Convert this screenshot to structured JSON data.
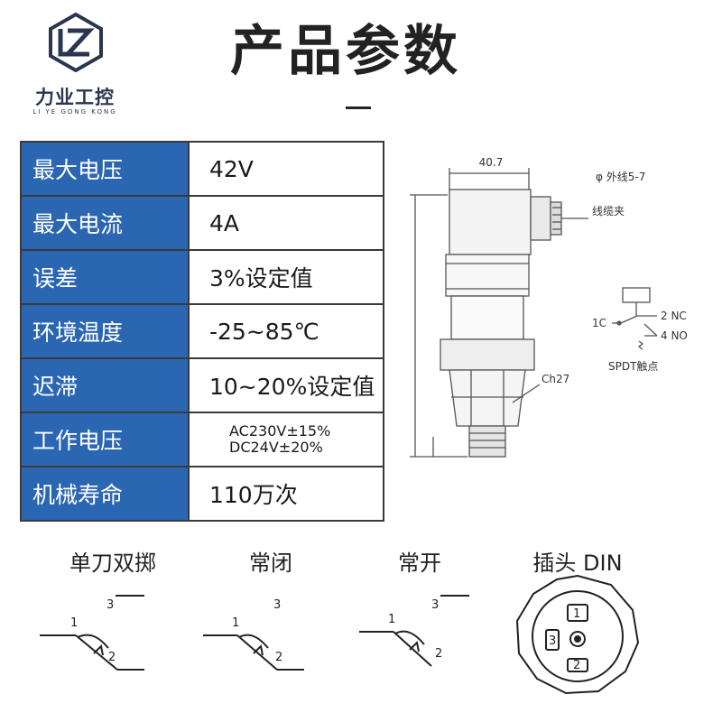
{
  "brand": {
    "name_cn": "力业工控",
    "name_en": "LI YE GONG KONG",
    "color": "#2a3550"
  },
  "title": "产品参数",
  "specs": [
    {
      "key": "最大电压",
      "value": "42V"
    },
    {
      "key": "最大电流",
      "value": "4A"
    },
    {
      "key": "误差",
      "value": "3%设定值"
    },
    {
      "key": "环境温度",
      "value": "-25~85℃"
    },
    {
      "key": "迟滞",
      "value": "10~20%设定值"
    },
    {
      "key": "工作电压",
      "value_lines": [
        "AC230V±15%",
        "DC24V±20%"
      ]
    },
    {
      "key": "机械寿命",
      "value": "110万次"
    }
  ],
  "drawing": {
    "width_dim": "40.7",
    "cable_od": "φ 外线5-7",
    "cable_clamp": "线缆夹",
    "hex": "Ch27",
    "contact_1": "1C",
    "contact_2": "2 NC",
    "contact_4": "4 NO",
    "contact_caption": "SPDT触点"
  },
  "symbols": [
    {
      "label": "单刀双掷",
      "n1": "1",
      "n2": "2",
      "n3": "3"
    },
    {
      "label": "常闭",
      "n1": "1",
      "n2": "2",
      "n3": "3"
    },
    {
      "label": "常开",
      "n1": "1",
      "n2": "2",
      "n3": "3"
    },
    {
      "label": "插头 DIN",
      "n1": "1",
      "n2": "2",
      "n3": "3"
    }
  ],
  "colors": {
    "table_key_bg": "#2b66b3",
    "table_key_text": "#ffffff",
    "border": "#3a3a3a"
  }
}
